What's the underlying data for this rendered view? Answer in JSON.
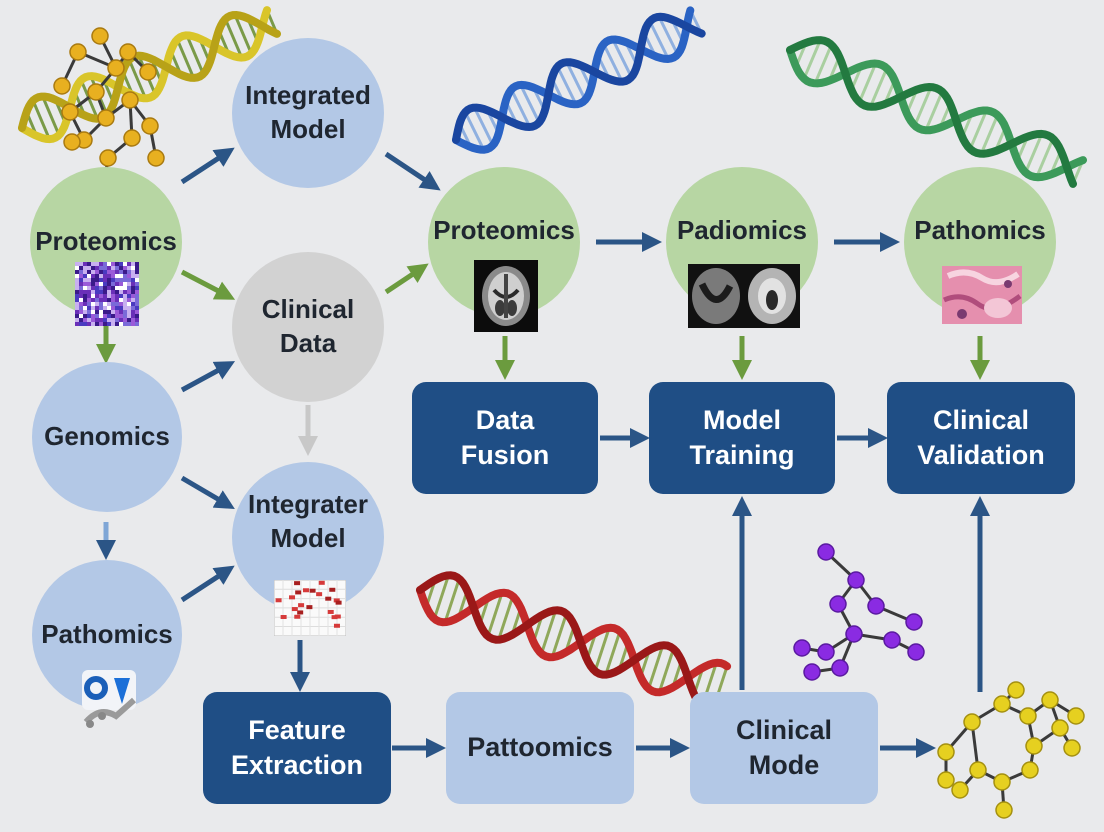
{
  "colors": {
    "background": "#e9eaec",
    "circle_blue": "#b3c8e6",
    "circle_green": "#b7d6a3",
    "circle_gray": "#d2d2d2",
    "box_dark": "#1f4e85",
    "box_light": "#b3c8e6",
    "arrow_blue": "#2b5586",
    "arrow_green": "#6b9b3e",
    "arrow_gray": "#c8c8c8"
  },
  "nodes": {
    "proteomics_left": "Proteomics",
    "integrated_model_top": "Integrated\nModel",
    "clinical_data": "Clinical\nData",
    "genomics": "Genomics",
    "integrated_model_mid": "Integrater\nModel",
    "pathomics_left": "Pathomics",
    "proteomics_right": "Proteomics",
    "radiomics": "Padiomics",
    "pathomics_right": "Pathomics",
    "data_fusion": "Data\nFusion",
    "model_training": "Model\nTraining",
    "clinical_validation": "Clinical\nValidation",
    "feature_extraction": "Feature\nExtraction",
    "pattoomics": "Pattoomics",
    "clinical_mode": "Clinical\nMode"
  },
  "illustrations": [
    "dna-helix-yellow",
    "dna-helix-blue",
    "dna-helix-green",
    "dna-helix-red",
    "molecule-orange",
    "molecule-purple",
    "molecule-yellow",
    "protein-heatmap",
    "mri-brain-scan",
    "ct-scan-pair",
    "histology-slide",
    "data-table-thumbnail",
    "protein-structure"
  ]
}
